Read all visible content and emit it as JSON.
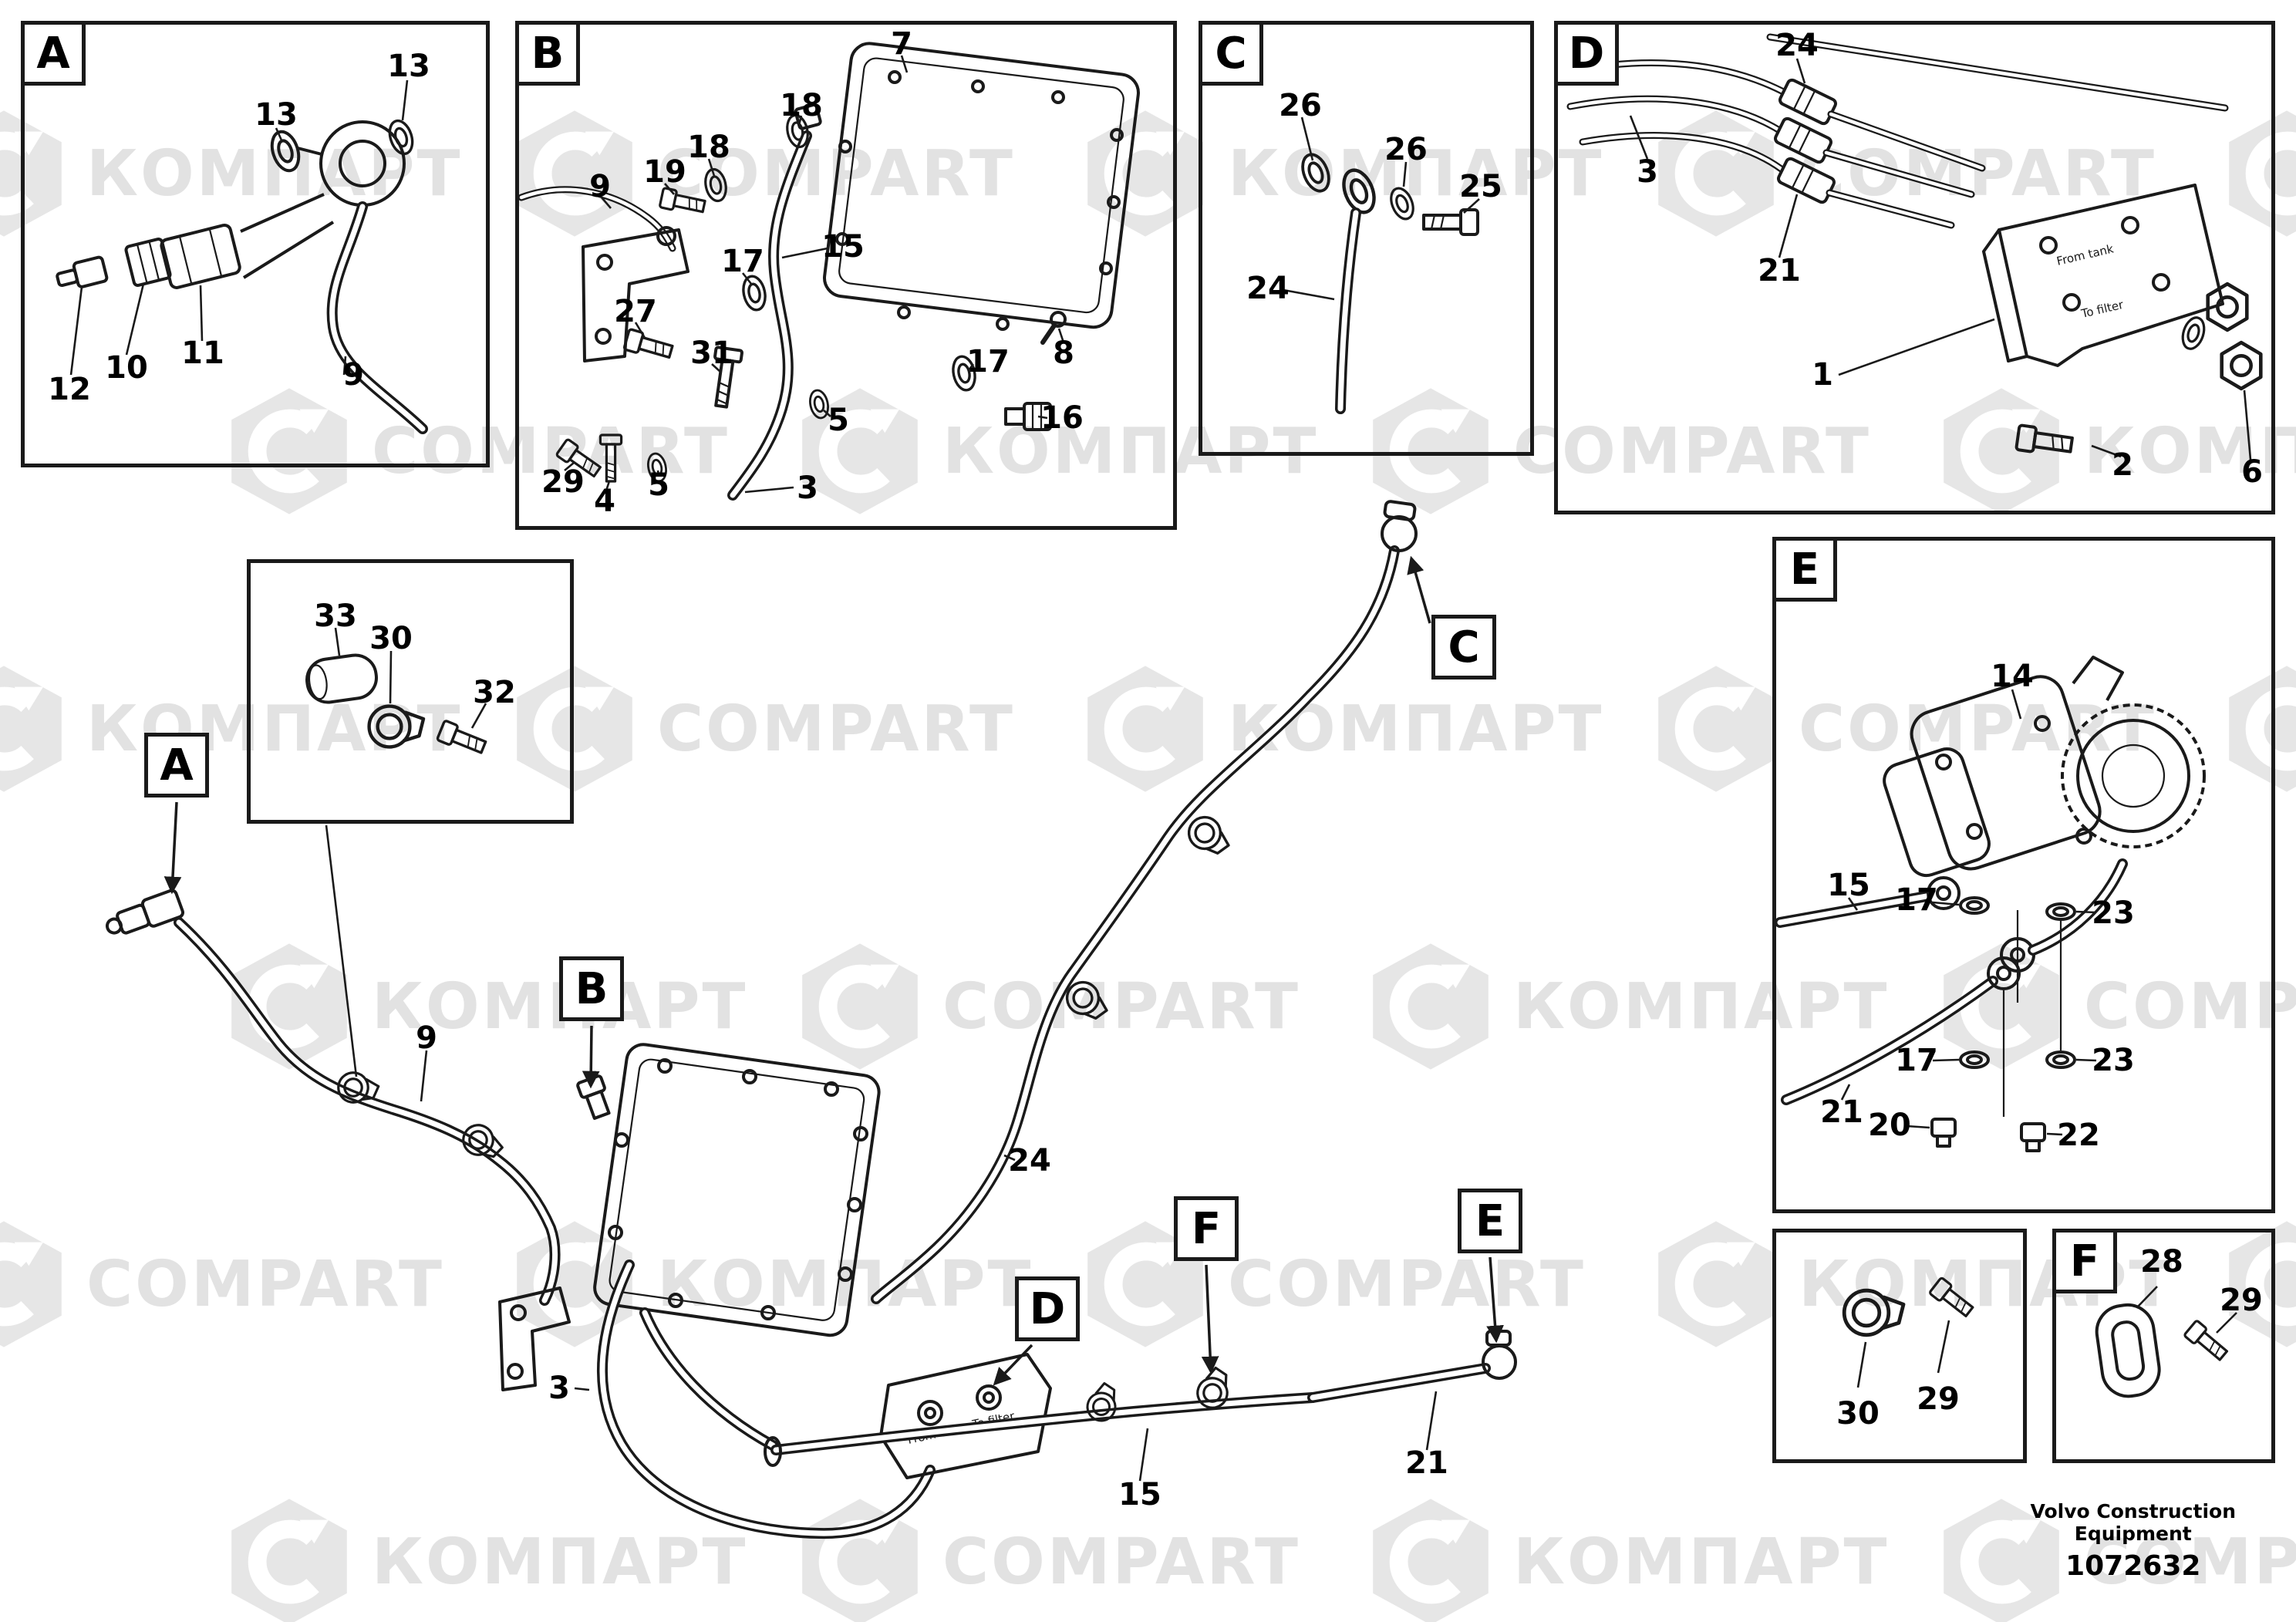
{
  "watermark": {
    "cyrillic": "КОМПАРТ",
    "latin": "COMPART"
  },
  "footer": {
    "brand_line1": "Volvo Construction",
    "brand_line2": "Equipment",
    "doc_number": "1072632"
  },
  "bracket_labels": {
    "from_tank": "From tank",
    "to_filter": "To filter"
  },
  "panels": {
    "a": {
      "letter": "A"
    },
    "b": {
      "letter": "B"
    },
    "c": {
      "letter": "C"
    },
    "d": {
      "letter": "D"
    },
    "e": {
      "letter": "E"
    },
    "f": {
      "letter": "F"
    }
  },
  "main_callout_letters": {
    "a": "A",
    "b": "B",
    "c": "C",
    "d": "D",
    "e": "E",
    "f": "F"
  },
  "callouts": {
    "a": [
      "13",
      "13",
      "12",
      "10",
      "11",
      "9"
    ],
    "b": [
      "7",
      "18",
      "18",
      "9",
      "19",
      "17",
      "15",
      "27",
      "31",
      "5",
      "17",
      "16",
      "8",
      "29",
      "4",
      "5",
      "3"
    ],
    "c": [
      "26",
      "26",
      "25",
      "24"
    ],
    "d": [
      "24",
      "3",
      "21",
      "1",
      "2",
      "6"
    ],
    "e": [
      "14",
      "15",
      "17",
      "23",
      "17",
      "23",
      "21",
      "20",
      "22"
    ],
    "clamp_box": [
      "30",
      "29"
    ],
    "f": [
      "28",
      "29"
    ],
    "inset": [
      "33",
      "30",
      "32"
    ],
    "main": [
      "9",
      "3",
      "24",
      "15",
      "21"
    ]
  }
}
